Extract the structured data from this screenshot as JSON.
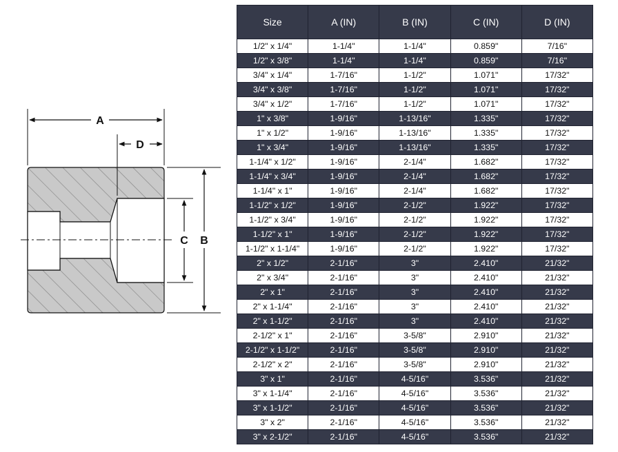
{
  "diagram": {
    "dim_labels": {
      "A": "A",
      "B": "B",
      "C": "C",
      "D": "D"
    },
    "colors": {
      "body_fill": "#c9c9c9",
      "hatch": "#8a8a8a",
      "line": "#111111"
    }
  },
  "table": {
    "headers": [
      "Size",
      "A (IN)",
      "B (IN)",
      "C (IN)",
      "D (IN)"
    ],
    "rows": [
      [
        "1/2\" x 1/4\"",
        "1-1/4\"",
        "1-1/4\"",
        "0.859\"",
        "7/16\""
      ],
      [
        "1/2\" x 3/8\"",
        "1-1/4\"",
        "1-1/4\"",
        "0.859\"",
        "7/16\""
      ],
      [
        "3/4\" x 1/4\"",
        "1-7/16\"",
        "1-1/2\"",
        "1.071\"",
        "17/32\""
      ],
      [
        "3/4\" x 3/8\"",
        "1-7/16\"",
        "1-1/2\"",
        "1.071\"",
        "17/32\""
      ],
      [
        "3/4\" x 1/2\"",
        "1-7/16\"",
        "1-1/2\"",
        "1.071\"",
        "17/32\""
      ],
      [
        "1\" x 3/8\"",
        "1-9/16\"",
        "1-13/16\"",
        "1.335\"",
        "17/32\""
      ],
      [
        "1\" x 1/2\"",
        "1-9/16\"",
        "1-13/16\"",
        "1.335\"",
        "17/32\""
      ],
      [
        "1\" x 3/4\"",
        "1-9/16\"",
        "1-13/16\"",
        "1.335\"",
        "17/32\""
      ],
      [
        "1-1/4\" x 1/2\"",
        "1-9/16\"",
        "2-1/4\"",
        "1.682\"",
        "17/32\""
      ],
      [
        "1-1/4\" x 3/4\"",
        "1-9/16\"",
        "2-1/4\"",
        "1.682\"",
        "17/32\""
      ],
      [
        "1-1/4\" x 1\"",
        "1-9/16\"",
        "2-1/4\"",
        "1.682\"",
        "17/32\""
      ],
      [
        "1-1/2\" x 1/2\"",
        "1-9/16\"",
        "2-1/2\"",
        "1.922\"",
        "17/32\""
      ],
      [
        "1-1/2\" x 3/4\"",
        "1-9/16\"",
        "2-1/2\"",
        "1.922\"",
        "17/32\""
      ],
      [
        "1-1/2\" x 1\"",
        "1-9/16\"",
        "2-1/2\"",
        "1.922\"",
        "17/32\""
      ],
      [
        "1-1/2\" x 1-1/4\"",
        "1-9/16\"",
        "2-1/2\"",
        "1.922\"",
        "17/32\""
      ],
      [
        "2\" x 1/2\"",
        "2-1/16\"",
        "3\"",
        "2.410\"",
        "21/32\""
      ],
      [
        "2\" x 3/4\"",
        "2-1/16\"",
        "3\"",
        "2.410\"",
        "21/32\""
      ],
      [
        "2\" x 1\"",
        "2-1/16\"",
        "3\"",
        "2.410\"",
        "21/32\""
      ],
      [
        "2\" x 1-1/4\"",
        "2-1/16\"",
        "3\"",
        "2.410\"",
        "21/32\""
      ],
      [
        "2\" x 1-1/2\"",
        "2-1/16\"",
        "3\"",
        "2.410\"",
        "21/32\""
      ],
      [
        "2-1/2\" x 1\"",
        "2-1/16\"",
        "3-5/8\"",
        "2.910\"",
        "21/32\""
      ],
      [
        "2-1/2\" x 1-1/2\"",
        "2-1/16\"",
        "3-5/8\"",
        "2.910\"",
        "21/32\""
      ],
      [
        "2-1/2\" x 2\"",
        "2-1/16\"",
        "3-5/8\"",
        "2.910\"",
        "21/32\""
      ],
      [
        "3\" x 1\"",
        "2-1/16\"",
        "4-5/16\"",
        "3.536\"",
        "21/32\""
      ],
      [
        "3\" x 1-1/4\"",
        "2-1/16\"",
        "4-5/16\"",
        "3.536\"",
        "21/32\""
      ],
      [
        "3\" x 1-1/2\"",
        "2-1/16\"",
        "4-5/16\"",
        "3.536\"",
        "21/32\""
      ],
      [
        "3\" x 2\"",
        "2-1/16\"",
        "4-5/16\"",
        "3.536\"",
        "21/32\""
      ],
      [
        "3\" x 2-1/2\"",
        "2-1/16\"",
        "4-5/16\"",
        "3.536\"",
        "21/32\""
      ]
    ],
    "colors": {
      "header_bg": "#363a4a",
      "dark_row_bg": "#363a4a",
      "light_row_bg": "#ffffff"
    }
  }
}
